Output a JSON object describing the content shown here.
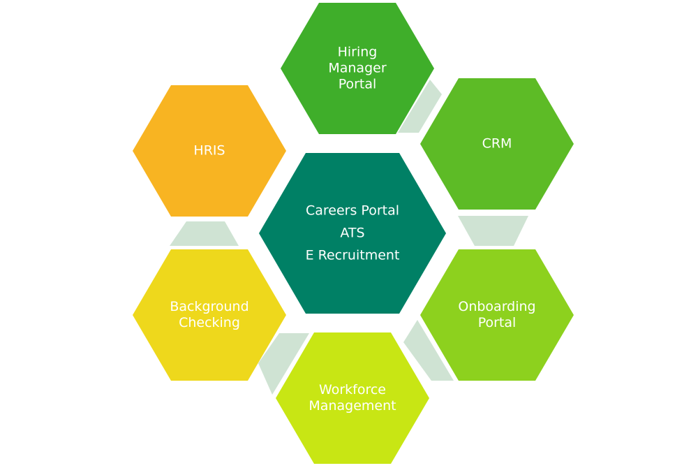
{
  "diagram": {
    "center": {
      "lines": [
        "Careers Portal",
        "ATS",
        "E Recruitment"
      ],
      "color": "#008065"
    },
    "hexagons": [
      {
        "id": "hiring-manager-portal",
        "lines": [
          "Hiring",
          "Manager",
          "Portal"
        ],
        "color": "#3FAE2A"
      },
      {
        "id": "crm",
        "lines": [
          "CRM"
        ],
        "color": "#5DBB26"
      },
      {
        "id": "onboarding-portal",
        "lines": [
          "Onboarding",
          "Portal"
        ],
        "color": "#8DD11E"
      },
      {
        "id": "workforce-management",
        "lines": [
          "Workforce",
          "Management"
        ],
        "color": "#C8E614"
      },
      {
        "id": "background-checking",
        "lines": [
          "Background",
          "Checking"
        ],
        "color": "#EED81C"
      },
      {
        "id": "hris",
        "lines": [
          "HRIS"
        ],
        "color": "#F8B422"
      }
    ],
    "connector_color": "#CFE3D3"
  }
}
